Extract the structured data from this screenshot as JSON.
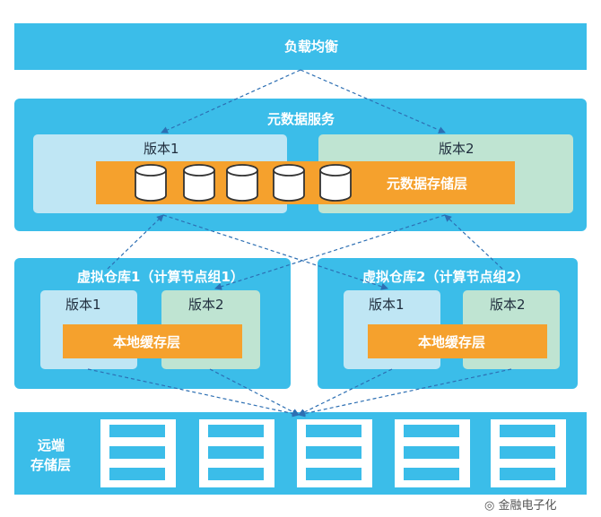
{
  "load_balancer": {
    "label": "负载均衡"
  },
  "metadata_service": {
    "title": "元数据服务",
    "version_1": "版本1",
    "version_2": "版本2",
    "storage_label": "元数据存储层"
  },
  "warehouse_1": {
    "title": "虚拟仓库1（计算节点组1）",
    "version_1": "版本1",
    "version_2": "版本2",
    "cache_label": "本地缓存层"
  },
  "warehouse_2": {
    "title": "虚拟仓库2（计算节点组2）",
    "version_1": "版本1",
    "version_2": "版本2",
    "cache_label": "本地缓存层"
  },
  "remote_storage": {
    "label_line1": "远端",
    "label_line2": "存储层"
  },
  "watermark": {
    "text": "金融电子化"
  },
  "icons": {
    "database": "database-cylinder-icon",
    "storage_rack": "storage-rack-icon",
    "arrow": "dashed-arrow",
    "watermark_logo": "wechat-icon"
  },
  "colors": {
    "primary_blue": "#3bbde9",
    "light_blue": "#bfe6f4",
    "light_green": "#bfe4d2",
    "orange": "#f5a12d",
    "arrow": "#2d6fb3"
  }
}
